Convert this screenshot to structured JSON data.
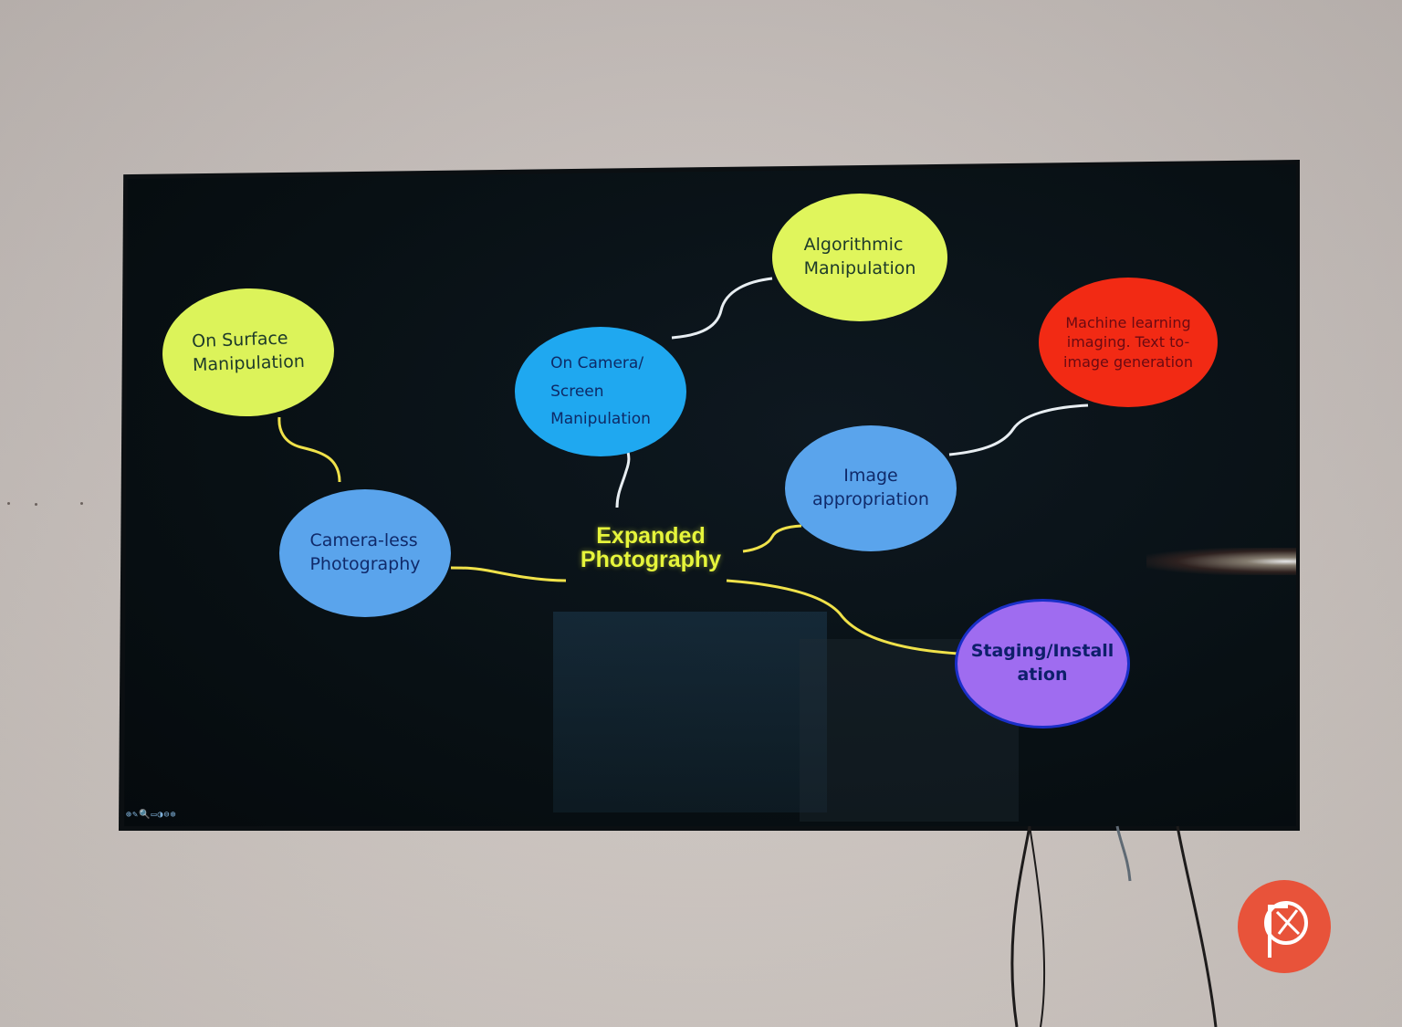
{
  "mindmap": {
    "center": "Expanded Photography",
    "nodes": [
      {
        "id": "on-surface",
        "label": "On Surface\nManipulation",
        "color": "#dcf35a",
        "text_color": "#1d3a2a"
      },
      {
        "id": "on-camera",
        "label": "On Camera/\nScreen\nManipulation",
        "color": "#1fa8f0",
        "text_color": "#0e2a66"
      },
      {
        "id": "algorithmic",
        "label": "Algorithmic\nManipulation",
        "color": "#e0f55c",
        "text_color": "#1d3a2a"
      },
      {
        "id": "machine-learning",
        "label": "Machine learning\nimaging. Text to-\nimage generation",
        "color": "#f22a14",
        "text_color": "#6a0a12"
      },
      {
        "id": "camera-less",
        "label": "Camera-less\nPhotography",
        "color": "#5aa4ec",
        "text_color": "#102a6a"
      },
      {
        "id": "image-appropriation",
        "label": "Image\nappropriation",
        "color": "#5aa4ec",
        "text_color": "#102a6a"
      },
      {
        "id": "staging",
        "label": "Staging/Install\nation",
        "color": "#9f6cf0",
        "text_color": "#0d1f6a"
      }
    ]
  },
  "colors": {
    "link_yellow": "#f0e24a",
    "link_white": "#e8eef2",
    "screen_bg": "#070c10",
    "wall": "#cbc3bf",
    "logo": "#e8533a"
  },
  "toolbar": {
    "icons": "⊕✎🔍▭◑⊖⊕"
  },
  "logo": {
    "icon": "camera-shutter-p-icon"
  }
}
